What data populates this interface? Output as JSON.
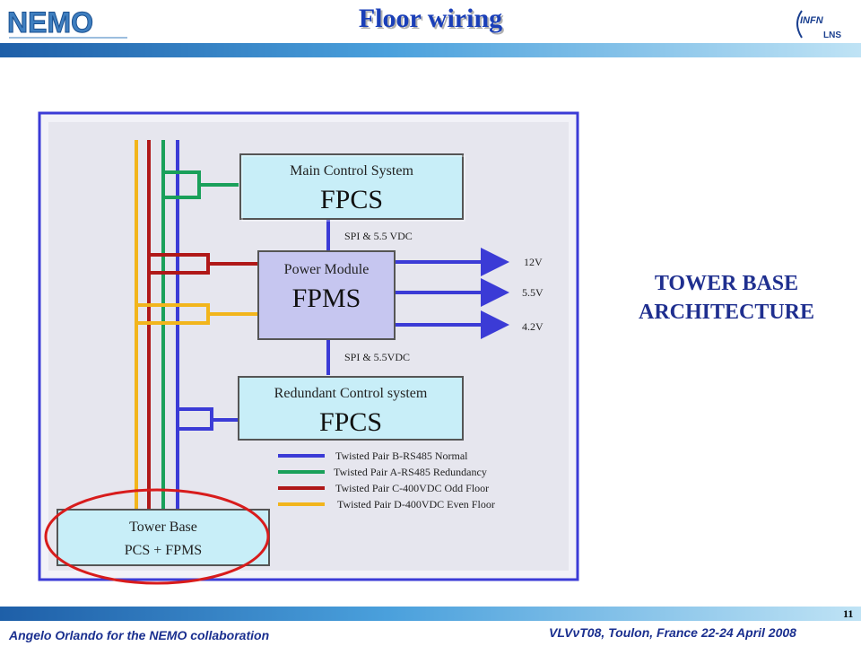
{
  "header": {
    "title": "Floor wiring",
    "logo_left": "NEMO",
    "logo_right": "INFN",
    "logo_right_sub": "LNS"
  },
  "side_title": {
    "line1": "TOWER BASE",
    "line2": "ARCHITECTURE"
  },
  "diagram": {
    "main_control": {
      "subtitle": "Main Control System",
      "name": "FPCS"
    },
    "power_module": {
      "subtitle": "Power Module",
      "name": "FPMS"
    },
    "redundant_control": {
      "subtitle": "Redundant Control system",
      "name": "FPCS"
    },
    "tower_base": {
      "line1": "Tower Base",
      "line2": "PCS + FPMS"
    },
    "spi_top": "SPI & 5.5 VDC",
    "spi_bottom": "SPI & 5.5VDC",
    "outputs": [
      "12V",
      "5.5V",
      "4.2V"
    ],
    "legend": [
      {
        "label": "Twisted Pair B-RS485 Normal",
        "color": "#3b3bd6"
      },
      {
        "label": "Twisted Pair A-RS485 Redundancy",
        "color": "#1aa05a"
      },
      {
        "label": "Twisted Pair C-400VDC Odd Floor",
        "color": "#b01818"
      },
      {
        "label": "Twisted Pair D-400VDC Even Floor",
        "color": "#f2b51c"
      }
    ]
  },
  "footer": {
    "left": "Angelo Orlando for the NEMO collaboration",
    "right": "VLVνT08, Toulon, France 22-24 April 2008",
    "page": "11"
  }
}
